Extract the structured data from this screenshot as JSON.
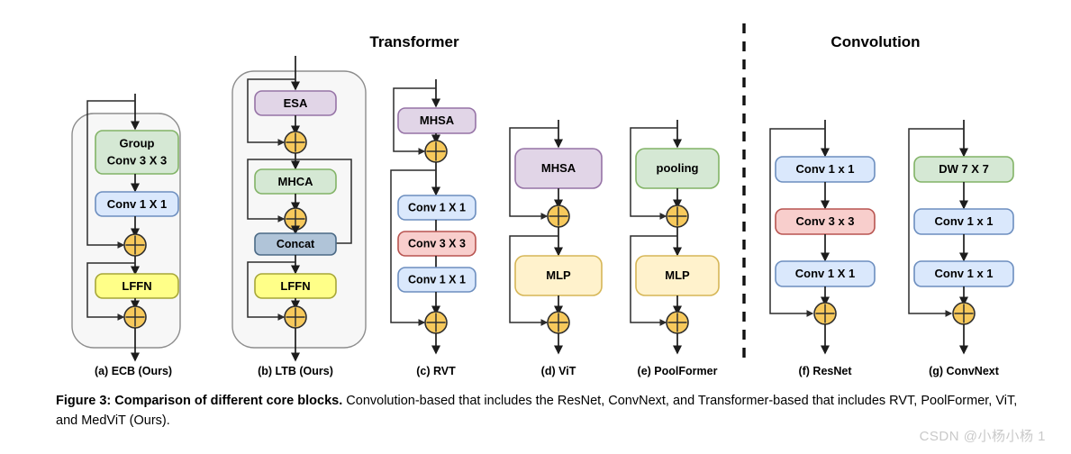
{
  "figure": {
    "section_titles": {
      "transformer": "Transformer",
      "convolution": "Convolution"
    },
    "caption": {
      "bold_prefix": "Figure 3: Comparison of different core blocks.",
      "rest": " Convolution-based that includes the ResNet, ConvNext, and Transformer-based that includes RVT, PoolFormer, ViT, and MedViT (Ours)."
    },
    "watermark": "CSDN @小杨小杨 1",
    "colors": {
      "green_fill": "#d5e8d4",
      "green_stroke": "#82b366",
      "blue_fill": "#dae8fc",
      "blue_stroke": "#6c8ebf",
      "red_fill": "#f8cecc",
      "red_stroke": "#b85450",
      "purple_fill": "#e1d5e7",
      "purple_stroke": "#9673a6",
      "yellow_fill": "#ffff88",
      "yellow_stroke": "#a6a637",
      "cream_fill": "#fff2cc",
      "cream_stroke": "#d6b656",
      "steel_fill": "#b0c4d8",
      "steel_stroke": "#4b6a86",
      "adder_fill": "#f7c95c",
      "adder_stroke": "#2f2f2f",
      "group_fill": "#f7f7f7",
      "group_stroke": "#8d8d8d",
      "line": "#1c1c1c"
    },
    "columns": [
      {
        "id": "ecb",
        "caption": "(a) ECB (Ours)",
        "grouped": true,
        "nodes": [
          {
            "name": "group-conv-3x3",
            "label": "Group\nConv 3 X 3",
            "color": "green"
          },
          {
            "name": "conv-1x1",
            "label": "Conv 1 X 1",
            "color": "blue"
          },
          {
            "name": "adder-1",
            "label": "+",
            "color": "adder"
          },
          {
            "name": "lffn",
            "label": "LFFN",
            "color": "yellow"
          },
          {
            "name": "adder-2",
            "label": "+",
            "color": "adder"
          }
        ]
      },
      {
        "id": "ltb",
        "caption": "(b) LTB (Ours)",
        "grouped": true,
        "nodes": [
          {
            "name": "esa",
            "label": "ESA",
            "color": "purple"
          },
          {
            "name": "adder-1",
            "label": "+",
            "color": "adder"
          },
          {
            "name": "mhca",
            "label": "MHCA",
            "color": "green"
          },
          {
            "name": "adder-2",
            "label": "+",
            "color": "adder"
          },
          {
            "name": "concat",
            "label": "Concat",
            "color": "steel"
          },
          {
            "name": "lffn",
            "label": "LFFN",
            "color": "yellow"
          },
          {
            "name": "adder-3",
            "label": "+",
            "color": "adder"
          }
        ]
      },
      {
        "id": "rvt",
        "caption": "(c) RVT",
        "grouped": false,
        "nodes": [
          {
            "name": "mhsa",
            "label": "MHSA",
            "color": "purple"
          },
          {
            "name": "adder-1",
            "label": "+",
            "color": "adder"
          },
          {
            "name": "conv-1x1-a",
            "label": "Conv 1 X 1",
            "color": "blue"
          },
          {
            "name": "conv-3x3",
            "label": "Conv 3 X 3",
            "color": "red"
          },
          {
            "name": "conv-1x1-b",
            "label": "Conv 1 X 1",
            "color": "blue"
          },
          {
            "name": "adder-2",
            "label": "+",
            "color": "adder"
          }
        ]
      },
      {
        "id": "vit",
        "caption": "(d) ViT",
        "grouped": false,
        "nodes": [
          {
            "name": "mhsa",
            "label": "MHSA",
            "color": "purple"
          },
          {
            "name": "adder-1",
            "label": "+",
            "color": "adder"
          },
          {
            "name": "mlp",
            "label": "MLP",
            "color": "cream"
          },
          {
            "name": "adder-2",
            "label": "+",
            "color": "adder"
          }
        ]
      },
      {
        "id": "poolformer",
        "caption": "(e) PoolFormer",
        "grouped": false,
        "nodes": [
          {
            "name": "pooling",
            "label": "pooling",
            "color": "green"
          },
          {
            "name": "adder-1",
            "label": "+",
            "color": "adder"
          },
          {
            "name": "mlp",
            "label": "MLP",
            "color": "cream"
          },
          {
            "name": "adder-2",
            "label": "+",
            "color": "adder"
          }
        ]
      },
      {
        "id": "resnet",
        "caption": "(f) ResNet",
        "grouped": false,
        "nodes": [
          {
            "name": "conv-1x1-a",
            "label": "Conv 1 x 1",
            "color": "blue"
          },
          {
            "name": "conv-3x3",
            "label": "Conv 3 x 3",
            "color": "red"
          },
          {
            "name": "conv-1x1-b",
            "label": "Conv 1 X 1",
            "color": "blue"
          },
          {
            "name": "adder-1",
            "label": "+",
            "color": "adder"
          }
        ]
      },
      {
        "id": "convnext",
        "caption": "(g) ConvNext",
        "grouped": false,
        "nodes": [
          {
            "name": "dw-7x7",
            "label": "DW 7 X 7",
            "color": "green"
          },
          {
            "name": "conv-1x1-a",
            "label": "Conv 1 x 1",
            "color": "blue"
          },
          {
            "name": "conv-1x1-b",
            "label": "Conv 1 x 1",
            "color": "blue"
          },
          {
            "name": "adder-1",
            "label": "+",
            "color": "adder"
          }
        ]
      }
    ],
    "labels": {
      "ecb": {
        "caption": "(a) ECB (Ours)",
        "n0_line1": "Group",
        "n0_line2": "Conv 3 X 3",
        "n1": "Conv 1 X 1",
        "n2": "LFFN"
      },
      "ltb": {
        "caption": "(b) LTB (Ours)",
        "n0": "ESA",
        "n1": "MHCA",
        "n2": "Concat",
        "n3": "LFFN"
      },
      "rvt": {
        "caption": "(c) RVT",
        "n0": "MHSA",
        "n1": "Conv 1 X 1",
        "n2": "Conv 3 X 3",
        "n3": "Conv 1 X 1"
      },
      "vit": {
        "caption": "(d) ViT",
        "n0": "MHSA",
        "n1": "MLP"
      },
      "poolformer": {
        "caption": "(e) PoolFormer",
        "n0": "pooling",
        "n1": "MLP"
      },
      "resnet": {
        "caption": "(f) ResNet",
        "n0": "Conv 1 x 1",
        "n1": "Conv 3 x 3",
        "n2": "Conv 1 X 1"
      },
      "convnext": {
        "caption": "(g) ConvNext",
        "n0": "DW 7 X 7",
        "n1": "Conv 1 x 1",
        "n2": "Conv 1 x 1"
      }
    }
  }
}
